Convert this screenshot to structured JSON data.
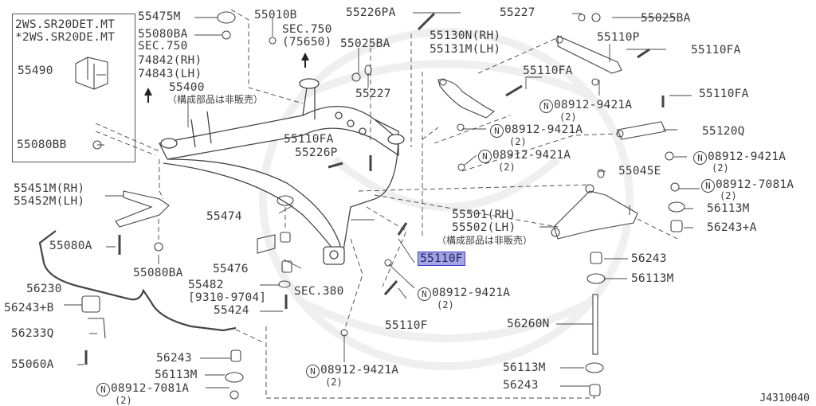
{
  "diagram": {
    "type": "exploded-parts-diagram",
    "subject": "Rear suspension member / subframe",
    "reference_code": "J4310040",
    "highlight_color": "#6b6bd6",
    "inset": {
      "variants": [
        "2WS.SR20DET.MT",
        "*2WS.SR20DE.MT"
      ],
      "parts": [
        "55490",
        "55080BB"
      ]
    },
    "notes": {
      "not_sold_separately": "（構成部品は非販売）",
      "sec750_a": "SEC.750",
      "sec750_a_refs": [
        "74842(RH)",
        "74843(LH)"
      ],
      "sec750_b": "SEC.750",
      "sec750_b_ref": "(75650)",
      "sec380": "SEC.380"
    },
    "labels": {
      "p55475M": "55475M",
      "p55080BA_top": "55080BA",
      "p55400": "55400",
      "p55010B": "55010B",
      "p55025BA_mid": "55025BA",
      "p55227_mid": "55227",
      "p55226PA": "55226PA",
      "p55130N": "55130N(RH)",
      "p55131M": "55131M(LH)",
      "p55227_top": "55227",
      "p55025BA_top": "55025BA",
      "p55110P": "55110P",
      "p55110FA_r1": "55110FA",
      "p55110FA_mid": "55110FA",
      "p55110FA_r2": "55110FA",
      "p55110FA_left": "55110FA",
      "p55226P": "55226P",
      "p55120Q": "55120Q",
      "p55045E": "55045E",
      "p55451M": "55451M(RH)",
      "p55452M": "55452M(LH)",
      "p55474": "55474",
      "p55080A": "55080A",
      "p55080BA_bot": "55080BA",
      "p55476": "55476",
      "p55482": "55482",
      "p55482_date": "[9310-9704]",
      "p55424": "55424",
      "p56230": "56230",
      "p56243B": "56243+B",
      "p56233Q": "56233Q",
      "p55060A": "55060A",
      "p56243_bl": "56243",
      "p56113M_bl": "56113M",
      "p55501": "55501(RH)",
      "p55502": "55502(LH)",
      "p55110F_hl": "55110F",
      "p55110F_bot": "55110F",
      "p56113M_r1": "56113M",
      "p56243A": "56243+A",
      "p56243_r": "56243",
      "p56113M_r2": "56113M",
      "p56260N": "56260N",
      "p56113M_r3": "56113M",
      "p56243_r3": "56243"
    },
    "n_parts": {
      "n1": {
        "num": "08912-9421A",
        "qty": "(2)"
      },
      "n2": {
        "num": "08912-9421A",
        "qty": "(2)"
      },
      "n3": {
        "num": "08912-9421A",
        "qty": "(2)"
      },
      "n4": {
        "num": "08912-9421A",
        "qty": "(2)"
      },
      "n5": {
        "num": "08912-7081A",
        "qty": "(2)"
      },
      "n6": {
        "num": "08912-9421A",
        "qty": "(2)"
      },
      "n7": {
        "num": "08912-9421A",
        "qty": "(2)"
      },
      "n8": {
        "num": "08912-7081A",
        "qty": "(2)"
      }
    },
    "n_symbol": "N"
  }
}
